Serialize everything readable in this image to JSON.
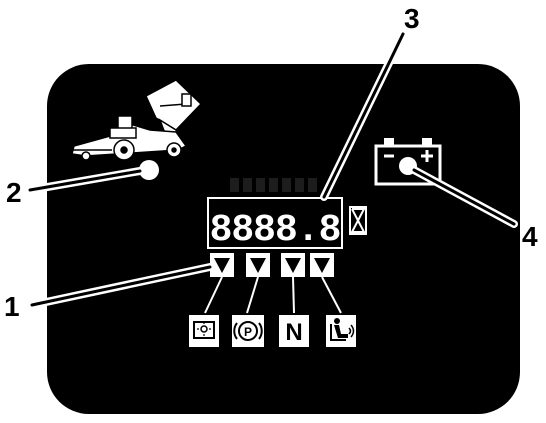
{
  "colors": {
    "panel": "#000000",
    "background": "#ffffff",
    "indicator": "#ffffff",
    "icon_box": "#ffffff"
  },
  "callouts": [
    {
      "number": "1",
      "target": "arrow-indicator-row"
    },
    {
      "number": "2",
      "target": "status-light"
    },
    {
      "number": "3",
      "target": "digital-display"
    },
    {
      "number": "4",
      "target": "battery-icon"
    }
  ],
  "display": {
    "digits": "8888.8",
    "hourmeter_icon": "hourglass-icon"
  },
  "indicator_arrows": [
    "down-arrow-icon",
    "down-arrow-icon",
    "down-arrow-icon",
    "down-arrow-icon"
  ],
  "symbols": [
    {
      "name": "pto-symbol-icon"
    },
    {
      "name": "parking-brake-symbol-icon",
      "text": "(P)"
    },
    {
      "name": "neutral-symbol-icon",
      "text": "N"
    },
    {
      "name": "seat-occupied-symbol-icon"
    }
  ],
  "battery": {
    "minus": "–",
    "plus": "+"
  }
}
